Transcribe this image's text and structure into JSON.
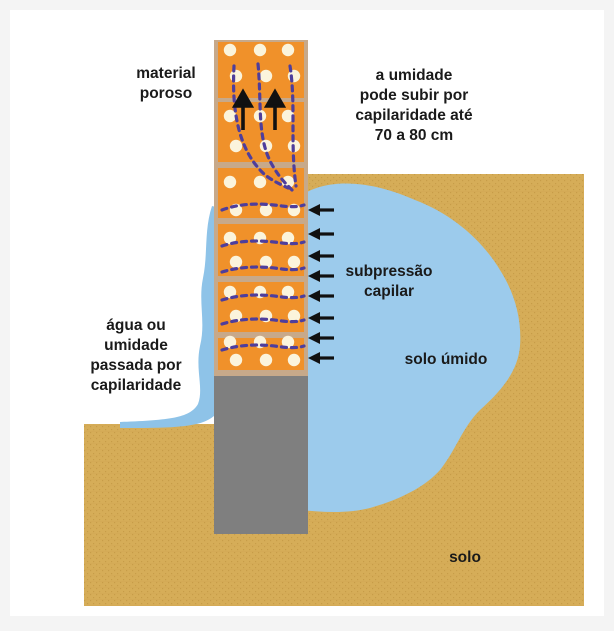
{
  "labels": {
    "material_line1": "material",
    "material_line2": "poroso",
    "umidade_line1": "a umidade",
    "umidade_line2": "pode subir por",
    "umidade_line3": "capilaridade até",
    "umidade_line4": "70 a 80 cm",
    "subpressao_line1": "subpressão",
    "subpressao_line2": "capilar",
    "solo_umido": "solo úmido",
    "agua_line1": "água ou",
    "agua_line2": "umidade",
    "agua_line3": "passada por",
    "agua_line4": "capilaridade",
    "solo": "solo"
  },
  "colors": {
    "background": "#f4f4f4",
    "frame": "#ffffff",
    "soil": "#d6ad58",
    "soil_texture": "#c79c48",
    "wet_soil": "#9ccbec",
    "water_stream": "#8ec3e8",
    "brick": "#f0912a",
    "mortar": "#c7a98a",
    "pores": "#fbf4dc",
    "capillary_path": "#4e3e9c",
    "arrow": "#111111",
    "foundation": "#7f7f7f"
  }
}
